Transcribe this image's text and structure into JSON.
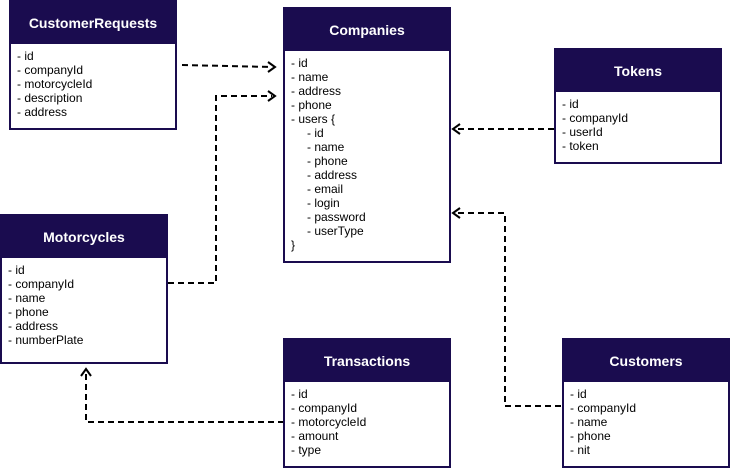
{
  "colors": {
    "header_bg": "#1a0c4f",
    "header_text": "#ffffff",
    "border": "#1a0c4f",
    "edge": "#000000"
  },
  "entities": {
    "customer_requests": {
      "title": "CustomerRequests",
      "fields": [
        "- id",
        "- companyId",
        "- motorcycleId",
        "- description",
        "- address"
      ]
    },
    "companies": {
      "title": "Companies",
      "fields": [
        "- id",
        "- name",
        "- address",
        "- phone",
        "- users {"
      ],
      "users_fields": [
        "- id",
        "- name",
        "- phone",
        "- address",
        "- email",
        "- login",
        "- password",
        "- userType"
      ],
      "closing": "}"
    },
    "tokens": {
      "title": "Tokens",
      "fields": [
        "- id",
        "- companyId",
        "- userId",
        "- token"
      ]
    },
    "motorcycles": {
      "title": "Motorcycles",
      "fields": [
        "- id",
        "- companyId",
        "- name",
        "- phone",
        "- address",
        "- numberPlate"
      ]
    },
    "transactions": {
      "title": "Transactions",
      "fields": [
        "- id",
        "- companyId",
        "- motorcycleId",
        "- amount",
        "- type"
      ]
    },
    "customers": {
      "title": "Customers",
      "fields": [
        "- id",
        "- companyId",
        "- name",
        "- phone",
        "- nit"
      ]
    }
  },
  "edges": [
    {
      "from": "customer_requests",
      "to": "companies",
      "style": "dashed",
      "arrow": "open"
    },
    {
      "from": "motorcycles",
      "to": "companies",
      "style": "dashed",
      "arrow": "open"
    },
    {
      "from": "tokens",
      "to": "companies",
      "style": "dashed",
      "arrow": "open"
    },
    {
      "from": "customers",
      "to": "companies",
      "style": "dashed",
      "arrow": "open"
    },
    {
      "from": "transactions",
      "to": "motorcycles",
      "style": "dashed",
      "arrow": "open"
    }
  ]
}
